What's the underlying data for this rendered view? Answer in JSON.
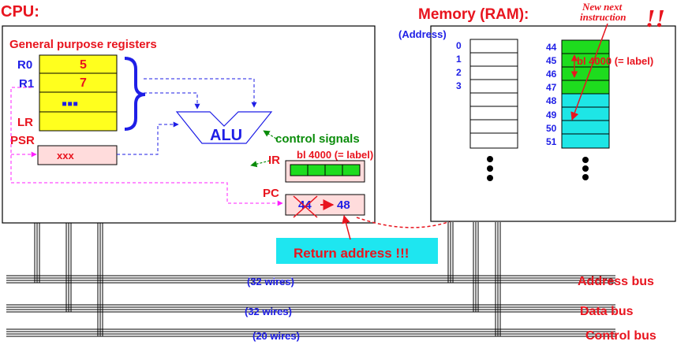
{
  "cpu": {
    "title": "CPU:",
    "gpr_title": "General purpose registers",
    "registers": [
      "R0",
      "R1",
      "LR"
    ],
    "register_values": [
      "5",
      "7",
      "▪▪▪"
    ],
    "psr_label": "PSR",
    "psr_value": "xxx",
    "alu_label": "ALU",
    "control_signals": "control signals",
    "ir_label": "IR",
    "ir_text": "bl  4000 (= label)",
    "pc_label": "PC",
    "pc_old": "44",
    "pc_new": "48"
  },
  "memory": {
    "title": "Memory (RAM):",
    "address_header": "(Address)",
    "left_addresses": [
      "0",
      "1",
      "2",
      "3"
    ],
    "right_addresses": [
      "44",
      "45",
      "46",
      "47",
      "48",
      "49",
      "50",
      "51"
    ],
    "instruction_text": "bl  4000 (= label)",
    "new_next_line1": "New next",
    "new_next_line2": "instruction",
    "exclaim": "!!"
  },
  "return_address": "Return address !!!",
  "buses": [
    {
      "wires": "(32 wires)",
      "name": "Address bus"
    },
    {
      "wires": "(32 wires)",
      "name": "Data bus"
    },
    {
      "wires": "(20 wires)",
      "name": "Control bus"
    }
  ],
  "colors": {
    "red": "#e8141e",
    "blue": "#1e1ee6",
    "green": "#0a8c0a",
    "yellow": "#ffff1e",
    "light_green": "#1edc1e",
    "cyan": "#1ee6e6",
    "pink": "#ffdcdc",
    "magenta": "#ff1eff",
    "label_box": "#1ee6f0"
  }
}
